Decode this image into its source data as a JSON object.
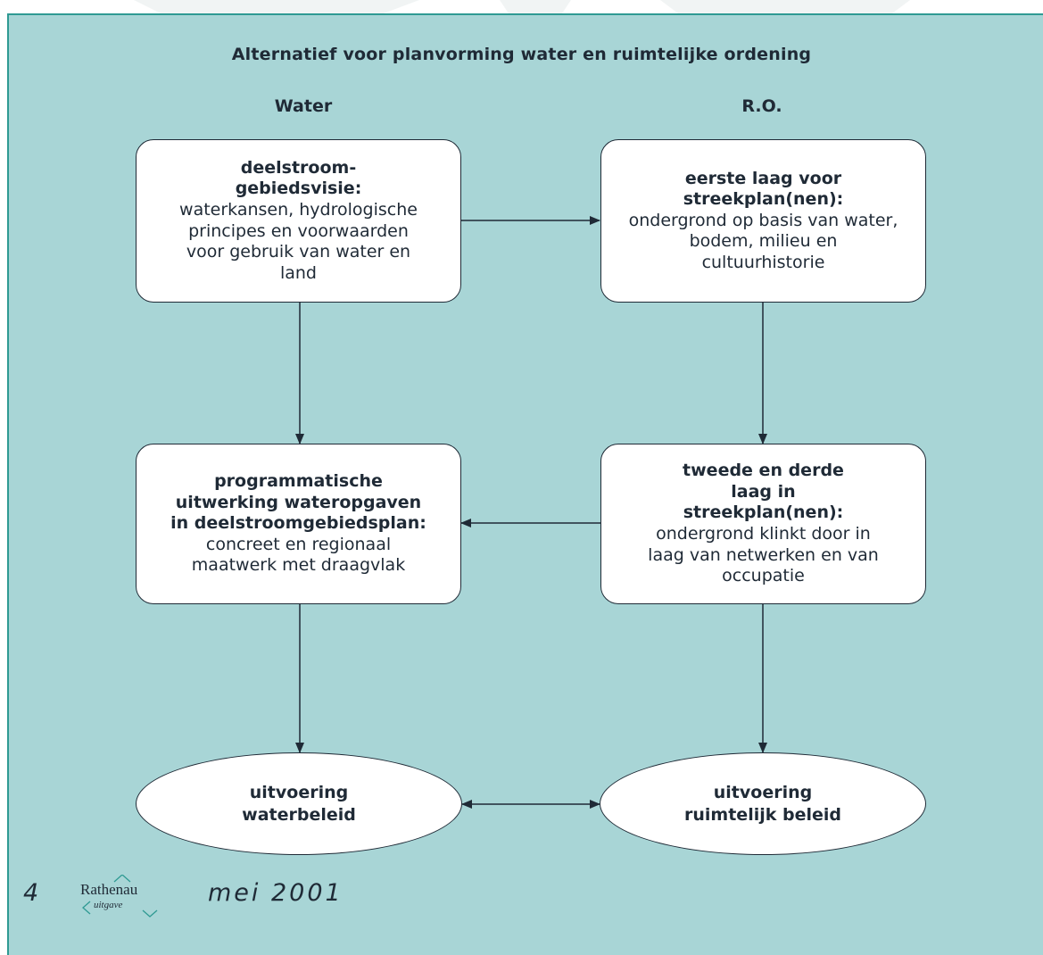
{
  "title": "Alternatief voor planvorming water en ruimtelijke ordening",
  "columns": {
    "left": "Water",
    "right": "R.O."
  },
  "nodes": {
    "box1": {
      "bold": "deelstroom-\ngebiedsvisie:",
      "text": "waterkansen, hydrologische\nprincipes en voorwaarden\nvoor gebruik van water en\nland"
    },
    "box2": {
      "bold": "eerste laag voor\nstreekplan(nen):",
      "text": "ondergrond op basis van water,\nbodem, milieu en\ncultuurhistorie"
    },
    "box3": {
      "bold": "programmatische\nuitwerking wateropgaven\nin deelstroomgebiedsplan:",
      "text": "concreet en regionaal\nmaatwerk met draagvlak"
    },
    "box4": {
      "bold": "tweede en derde\nlaag in\nstreekplan(nen):",
      "text": "ondergrond klinkt door in\nlaag van netwerken en van\noccupatie"
    },
    "ellipse1": {
      "bold": "uitvoering\nwaterbeleid"
    },
    "ellipse2": {
      "bold": "uitvoering\nruimtelijk beleid"
    }
  },
  "edges": [
    {
      "from": "box1",
      "to": "box2"
    },
    {
      "from": "box1",
      "to": "box3"
    },
    {
      "from": "box2",
      "to": "box4"
    },
    {
      "from": "box4",
      "to": "box3"
    },
    {
      "from": "box3",
      "to": "ellipse1"
    },
    {
      "from": "box4",
      "to": "ellipse2"
    },
    {
      "from": "ellipse1",
      "to": "ellipse2",
      "bidirectional": true
    }
  ],
  "footer": {
    "page_number": "4",
    "logo_name": "Rathenau",
    "logo_sub": "uitgave",
    "date": "mei 2001"
  },
  "colors": {
    "background": "#a8d5d6",
    "accent": "#2f9a93",
    "ink": "#1f2a36",
    "watermark": "#eef2f2"
  }
}
